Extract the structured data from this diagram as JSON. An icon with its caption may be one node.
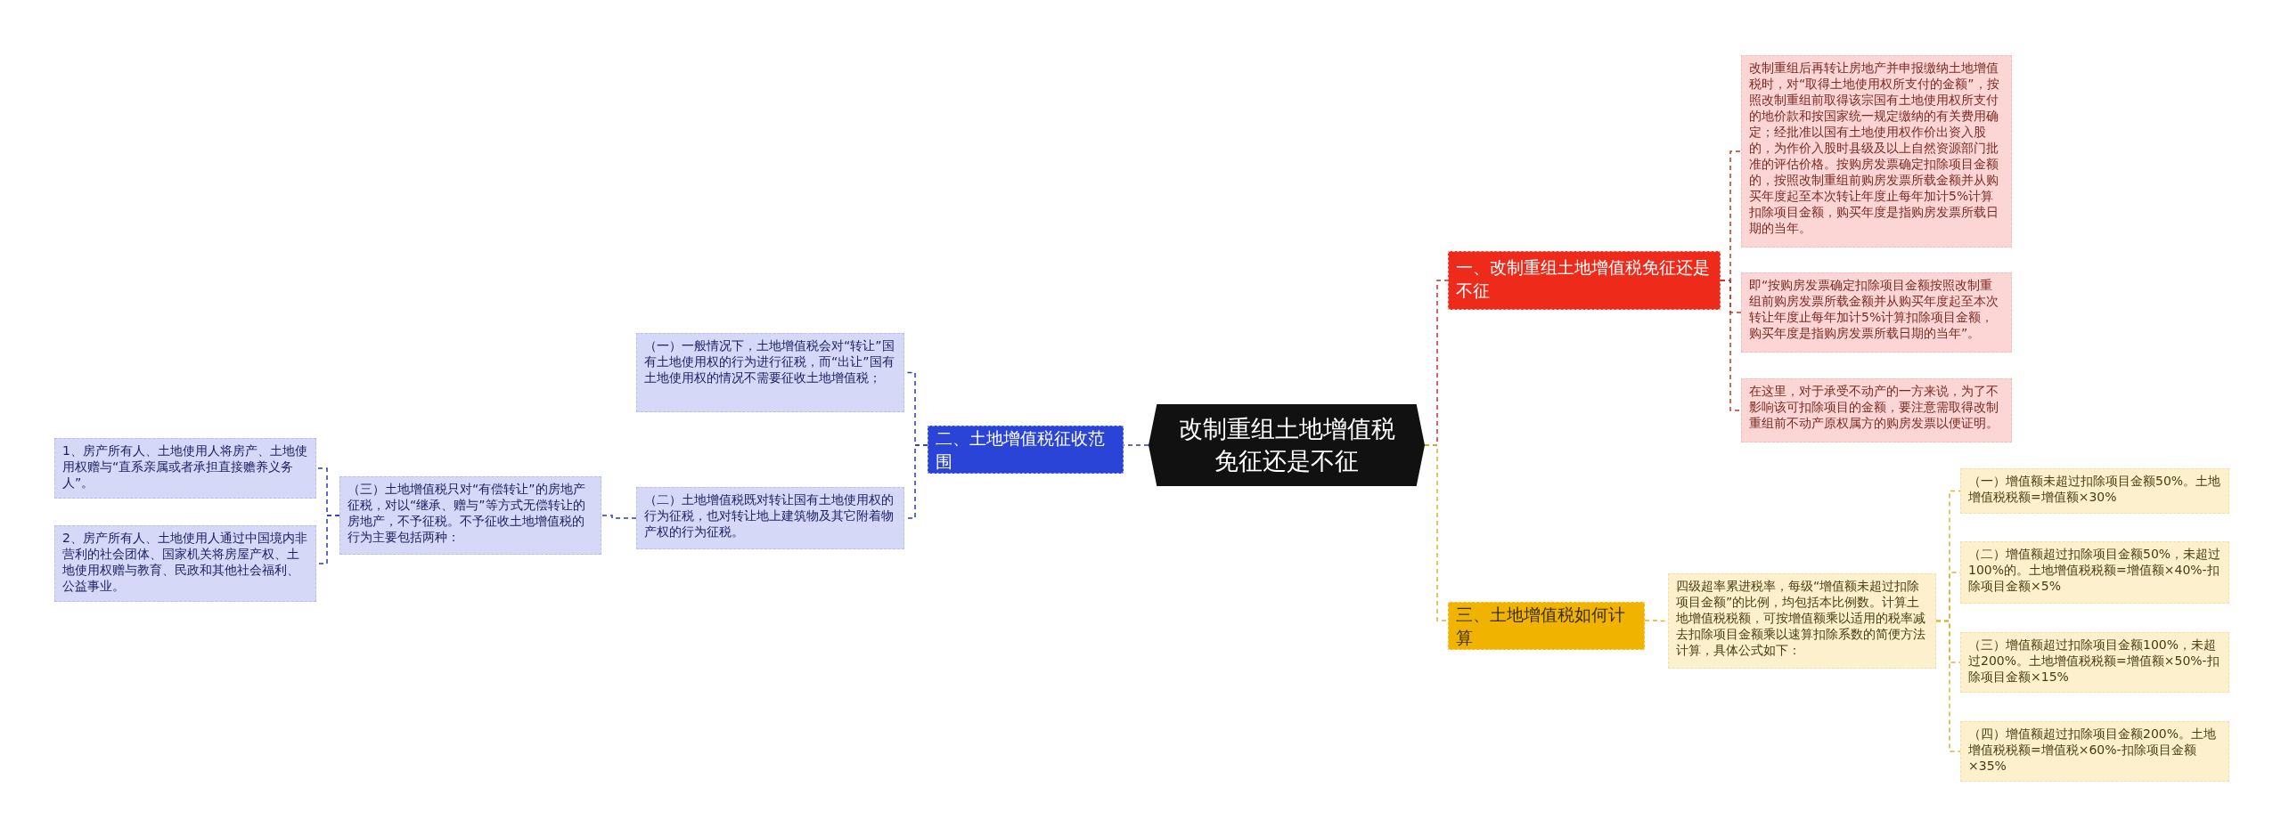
{
  "diagram": {
    "nodes": [
      {
        "text": [
          "改制重组土地增值税免征还是不征"
        ]
      },
      {
        "text": [
          "一、改制重组土地增值税免征还是不征"
        ]
      },
      {
        "text": [
          "改制重组后再转让房地产并申报缴纳土地增值税时，对“取得土地使用权所支付的金额”，按照改制重组前取得该宗国有土地使用权所支付的地价款和按国家统一规定缴纳的有关费用确定；经批准以国有土地使用权作价出资入股的，为作价入股时县级及以上自然资源部门批准的评估价格。按购房发票确定扣除项目金额的，按照改制重组前购房发票所载金额并从购买年度起至本次转让年度止每年加计5%计算扣除项目金额，购买年度是指购房发票所载日期的当年。"
        ]
      },
      {
        "text": [
          "即“按购房发票确定扣除项目金额按照改制重组前购房发票所载金额并从购买年度起至本次转让年度止每年加计5%计算扣除项目金额，购买年度是指购房发票所载日期的当年”。"
        ]
      },
      {
        "text": [
          "在这里，对于承受不动产的一方来说，为了不影响该可扣除项目的金额，要注意需取得改制重组前不动产原权属方的购房发票以便证明。"
        ]
      },
      {
        "text": [
          "二、土地增值税征收范围"
        ]
      },
      {
        "text": [
          "（一）一般情况下，土地增值税会对“转让”国有土地使用权的行为进行征税，而“出让”国有土地使用权的情况不需要征收土地增值税；"
        ]
      },
      {
        "text": [
          "（二）土地增值税既对转让国有土地使用权的行为征税，也对转让地上建筑物及其它附着物产权的行为征税。"
        ]
      },
      {
        "text": [
          "（三）土地增值税只对“有偿转让”的房地产征税，对以“继承、赠与”等方式无偿转让的房地产，不予征税。不予征收土地增值税的行为主要包括两种："
        ]
      },
      {
        "text": [
          "1、房产所有人、土地使用人将房产、土地使用权赠与“直系亲属或者承担直接赡养义务人”。"
        ]
      },
      {
        "text": [
          "2、房产所有人、土地使用人通过中国境内非营利的社会团体、国家机关将房屋产权、土地使用权赠与教育、民政和其他社会福利、公益事业。"
        ]
      },
      {
        "text": [
          "三、土地增值税如何计算"
        ]
      },
      {
        "text": [
          "四级超率累进税率，每级“增值额未超过扣除项目金额”的比例，均包括本比例数。计算土地增值税税额，可按增值额乘以适用的税率减去扣除项目金额乘以速算扣除系数的简便方法计算，具体公式如下："
        ]
      },
      {
        "text": [
          "（一）增值额未超过扣除项目金额50%。土地增值税税额=增值额×30%"
        ]
      },
      {
        "text": [
          "（二）增值额超过扣除项目金额50%，未超过100%的。土地增值税税额=增值额×40%-扣除项目金额×5%"
        ]
      },
      {
        "text": [
          "（三）增值额超过扣除项目金额100%，未超过200%。土地增值税税额=增值额×50%-扣除项目金额×15%"
        ]
      },
      {
        "text": [
          "（四）增值额超过扣除项目金额200%。土地增值税税额=增值税×60%-扣除项目金额×35%"
        ]
      }
    ],
    "edges": [
      {
        "from": 0,
        "to": 1,
        "arrow": "none",
        "style": "dashed",
        "color": "#c0392b"
      },
      {
        "from": 1,
        "to": 2,
        "arrow": "none",
        "style": "dashed",
        "color": "#c0392b"
      },
      {
        "from": 1,
        "to": 3,
        "arrow": "none",
        "style": "dashed",
        "color": "#c0392b"
      },
      {
        "from": 1,
        "to": 4,
        "arrow": "none",
        "style": "dashed",
        "color": "#c0392b"
      },
      {
        "from": 0,
        "to": 5,
        "arrow": "none",
        "style": "dashed",
        "color": "#2a3bb0"
      },
      {
        "from": 5,
        "to": 6,
        "arrow": "none",
        "style": "dashed",
        "color": "#2a3bb0"
      },
      {
        "from": 5,
        "to": 7,
        "arrow": "none",
        "style": "dashed",
        "color": "#2a3bb0"
      },
      {
        "from": 7,
        "to": 8,
        "arrow": "none",
        "style": "dashed",
        "color": "#2a3bb0"
      },
      {
        "from": 8,
        "to": 9,
        "arrow": "none",
        "style": "dashed",
        "color": "#2a3bb0"
      },
      {
        "from": 8,
        "to": 10,
        "arrow": "none",
        "style": "dashed",
        "color": "#2a3bb0"
      },
      {
        "from": 0,
        "to": 11,
        "arrow": "none",
        "style": "dashed",
        "color": "#e0b030"
      },
      {
        "from": 11,
        "to": 12,
        "arrow": "none",
        "style": "dashed",
        "color": "#e0b030"
      },
      {
        "from": 12,
        "to": 13,
        "arrow": "none",
        "style": "dashed",
        "color": "#e0b030"
      },
      {
        "from": 12,
        "to": 14,
        "arrow": "none",
        "style": "dashed",
        "color": "#e0b030"
      },
      {
        "from": 12,
        "to": 15,
        "arrow": "none",
        "style": "dashed",
        "color": "#e0b030"
      },
      {
        "from": 12,
        "to": 16,
        "arrow": "none",
        "style": "dashed",
        "color": "#e0b030"
      }
    ]
  }
}
